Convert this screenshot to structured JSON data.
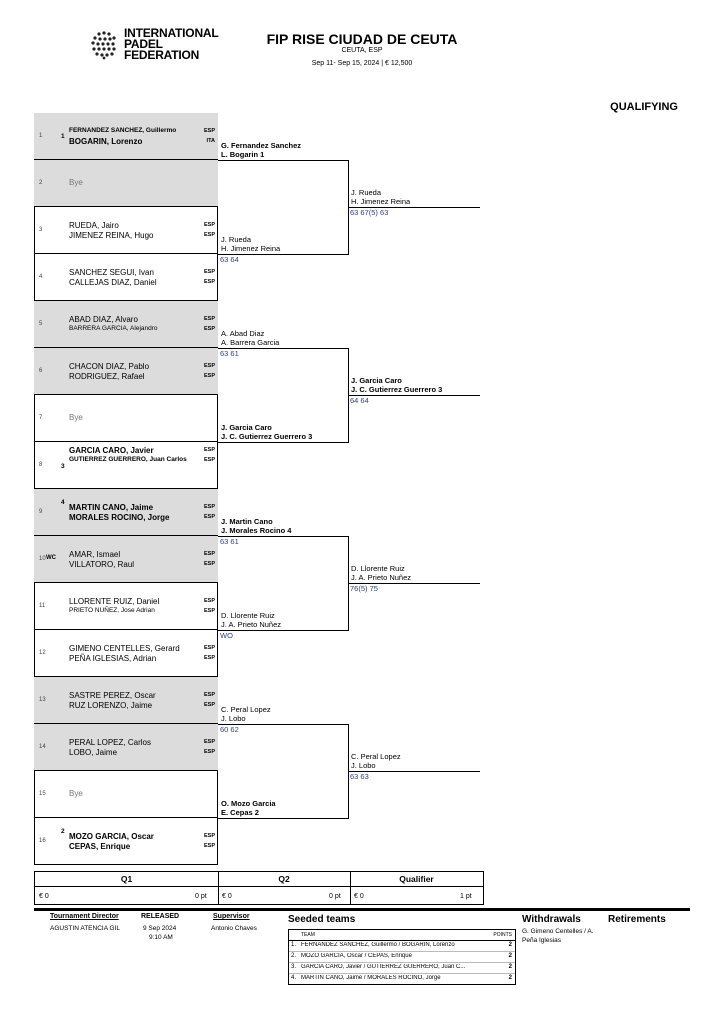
{
  "header": {
    "logo_lines": [
      "INTERNATIONAL",
      "PADEL",
      "FEDERATION"
    ],
    "title": "FIP RISE CIUDAD DE CEUTA",
    "location": "CEUTA, ESP",
    "dates_prize": "Sep 11- Sep 15, 2024  |  € 12,500",
    "draw_type": "QUALIFYING"
  },
  "draw": [
    {
      "num": "1",
      "seed": "1",
      "tag": "",
      "players": [
        {
          "name": "FERNANDEZ SANCHEZ, Guillermo",
          "country": "ESP"
        },
        {
          "name": "BOGARIN, Lorenzo",
          "country": "ITA"
        }
      ],
      "bye": ""
    },
    {
      "num": "2",
      "seed": "",
      "tag": "",
      "players": [],
      "bye": "Bye"
    },
    {
      "num": "3",
      "seed": "",
      "tag": "",
      "players": [
        {
          "name": "RUEDA, Jairo",
          "country": "ESP"
        },
        {
          "name": "JIMENEZ REINA, Hugo",
          "country": "ESP"
        }
      ],
      "bye": ""
    },
    {
      "num": "4",
      "seed": "",
      "tag": "",
      "players": [
        {
          "name": "SANCHEZ SEGUI, Ivan",
          "country": "ESP"
        },
        {
          "name": "CALLEJAS DIAZ, Daniel",
          "country": "ESP"
        }
      ],
      "bye": ""
    },
    {
      "num": "5",
      "seed": "",
      "tag": "",
      "players": [
        {
          "name": "ABAD DIAZ, Alvaro",
          "country": "ESP"
        },
        {
          "name": "BARRERA GARCIA, Alejandro",
          "country": "ESP"
        }
      ],
      "bye": ""
    },
    {
      "num": "6",
      "seed": "",
      "tag": "",
      "players": [
        {
          "name": "CHACON DIAZ, Pablo",
          "country": "ESP"
        },
        {
          "name": "RODRIGUEZ, Rafael",
          "country": "ESP"
        }
      ],
      "bye": ""
    },
    {
      "num": "7",
      "seed": "",
      "tag": "",
      "players": [],
      "bye": "Bye"
    },
    {
      "num": "8",
      "seed": "3",
      "tag": "",
      "players": [
        {
          "name": "GARCIA CARO, Javier",
          "country": "ESP"
        },
        {
          "name": "GUTIERREZ GUERRERO, Juan Carlos",
          "country": "ESP"
        }
      ],
      "bye": ""
    },
    {
      "num": "9",
      "seed": "4",
      "tag": "",
      "players": [
        {
          "name": "MARTIN CANO, Jaime",
          "country": "ESP"
        },
        {
          "name": "MORALES ROCINO, Jorge",
          "country": "ESP"
        }
      ],
      "bye": ""
    },
    {
      "num": "10",
      "seed": "",
      "tag": "WC",
      "players": [
        {
          "name": "AMAR, Ismael",
          "country": "ESP"
        },
        {
          "name": "VILLATORO, Raul",
          "country": "ESP"
        }
      ],
      "bye": ""
    },
    {
      "num": "11",
      "seed": "",
      "tag": "",
      "players": [
        {
          "name": "LLORENTE RUIZ, Daniel",
          "country": "ESP"
        },
        {
          "name": "PRIETO NUÑEZ, Jose Adrian",
          "country": "ESP"
        }
      ],
      "bye": ""
    },
    {
      "num": "12",
      "seed": "",
      "tag": "",
      "players": [
        {
          "name": "GIMENO CENTELLES, Gerard",
          "country": "ESP"
        },
        {
          "name": "PEÑA IGLESIAS, Adrian",
          "country": "ESP"
        }
      ],
      "bye": ""
    },
    {
      "num": "13",
      "seed": "",
      "tag": "",
      "players": [
        {
          "name": "SASTRE PEREZ, Oscar",
          "country": "ESP"
        },
        {
          "name": "RUZ LORENZO, Jaime",
          "country": "ESP"
        }
      ],
      "bye": ""
    },
    {
      "num": "14",
      "seed": "",
      "tag": "",
      "players": [
        {
          "name": "PERAL LOPEZ, Carlos",
          "country": "ESP"
        },
        {
          "name": "LOBO, Jaime",
          "country": "ESP"
        }
      ],
      "bye": ""
    },
    {
      "num": "15",
      "seed": "",
      "tag": "",
      "players": [],
      "bye": "Bye"
    },
    {
      "num": "16",
      "seed": "2",
      "tag": "",
      "players": [
        {
          "name": "MOZO GARCIA, Oscar",
          "country": "ESP"
        },
        {
          "name": "CEPAS, Enrique",
          "country": "ESP"
        }
      ],
      "bye": ""
    }
  ],
  "round2": [
    {
      "names": [
        "G. Fernandez Sanchez",
        "L. Bogarin  1"
      ],
      "score": ""
    },
    {
      "names": [
        "J. Rueda",
        "H. Jimenez Reina"
      ],
      "score": "63 64"
    },
    {
      "names": [
        "A. Abad Diaz",
        "A. Barrera Garcia"
      ],
      "score": "63 61"
    },
    {
      "names": [
        "J. Garcia Caro",
        "J. C. Gutierrez Guerrero  3"
      ],
      "score": ""
    },
    {
      "names": [
        "J. Martin Cano",
        "J. Morales Rocino  4"
      ],
      "score": "63 61"
    },
    {
      "names": [
        "D. Llorente Ruiz",
        "J. A. Prieto Nuñez"
      ],
      "score": "WO"
    },
    {
      "names": [
        "C. Peral Lopez",
        "J. Lobo"
      ],
      "score": "60 62"
    },
    {
      "names": [
        "O. Mozo Garcia",
        "E. Cepas  2"
      ],
      "score": ""
    }
  ],
  "qualifiers": [
    {
      "names": [
        "J. Rueda",
        "H. Jimenez Reina"
      ],
      "score": "63 67(5) 63"
    },
    {
      "names": [
        "J. Garcia Caro",
        "J. C. Gutierrez Guerrero  3"
      ],
      "score": "64 64"
    },
    {
      "names": [
        "D. Llorente Ruiz",
        "J. A. Prieto Nuñez"
      ],
      "score": "76(5) 75"
    },
    {
      "names": [
        "C. Peral Lopez",
        "J. Lobo"
      ],
      "score": "63 63"
    }
  ],
  "prize_table": {
    "columns": [
      {
        "label": "Q1",
        "money": "€ 0",
        "points": "0 pt"
      },
      {
        "label": "Q2",
        "money": "€ 0",
        "points": "0 pt"
      },
      {
        "label": "Qualifier",
        "money": "€ 0",
        "points": "1 pt"
      }
    ]
  },
  "footer": {
    "tournament_director_label": "Tournament Director",
    "tournament_director": "AGUSTIN ATENCIA GIL",
    "released_label": "RELEASED",
    "released_date": "9 Sep 2024",
    "released_time": "9:10 AM",
    "supervisor_label": "Supervisor",
    "supervisor": "Antonio Chaves",
    "seeded_label": "Seeded teams",
    "seeded_team_header": "TEAM",
    "seeded_points_header": "POINTS",
    "seeded": [
      {
        "idx": "1.",
        "team": "FERNANDEZ SANCHEZ, Guillermo / BOGARIN, Lorenzo",
        "points": "2"
      },
      {
        "idx": "2.",
        "team": "MOZO GARCIA, Oscar / CEPAS, Enrique",
        "points": "2"
      },
      {
        "idx": "3.",
        "team": "GARCIA CARO, Javier / GUTIERREZ GUERRERO, Juan C...",
        "points": "2"
      },
      {
        "idx": "4.",
        "team": "MARTIN CANO, Jaime / MORALES ROCINO, Jorge",
        "points": "2"
      }
    ],
    "withdrawals_label": "Withdrawals",
    "withdrawals": [
      "G. Gimeno Centelles / A.",
      "Peña Iglesias"
    ],
    "retirements_label": "Retirements"
  }
}
